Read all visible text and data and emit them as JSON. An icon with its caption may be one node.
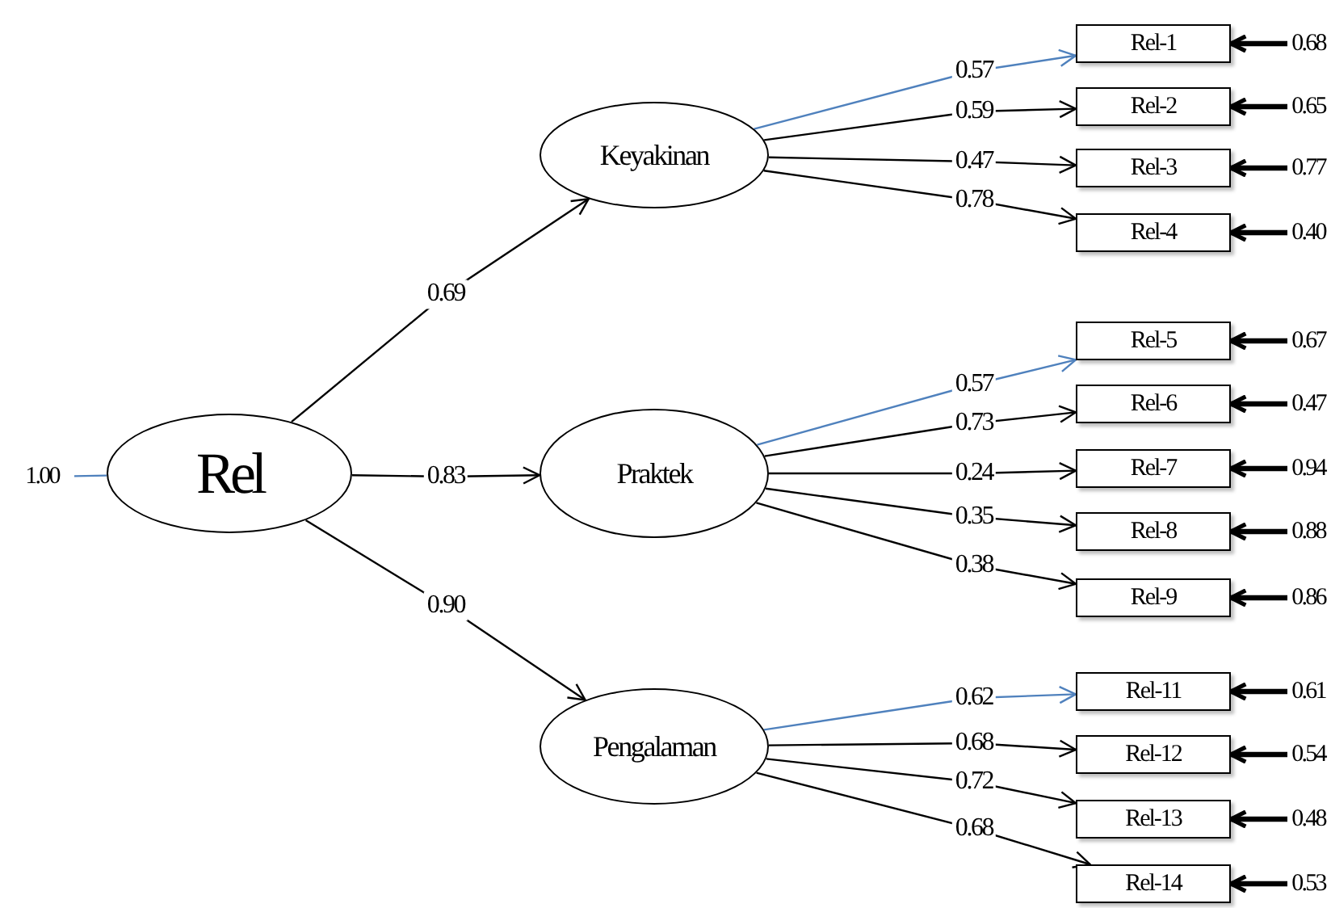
{
  "diagram": {
    "nodes": [
      {
        "text": [
          "1.00"
        ]
      },
      {
        "text": [
          "Rel"
        ]
      },
      {
        "text": [
          "Keyakinan"
        ]
      },
      {
        "text": [
          "Praktek"
        ]
      },
      {
        "text": [
          "Pengalaman"
        ]
      },
      {
        "text": [
          "Rel-1"
        ]
      },
      {
        "text": [
          "Rel-2"
        ]
      },
      {
        "text": [
          "Rel-3"
        ]
      },
      {
        "text": [
          "Rel-4"
        ]
      },
      {
        "text": [
          "Rel-5"
        ]
      },
      {
        "text": [
          "Rel-6"
        ]
      },
      {
        "text": [
          "Rel-7"
        ]
      },
      {
        "text": [
          "Rel-8"
        ]
      },
      {
        "text": [
          "Rel-9"
        ]
      },
      {
        "text": [
          "Rel-11"
        ]
      },
      {
        "text": [
          "Rel-12"
        ]
      },
      {
        "text": [
          "Rel-13"
        ]
      },
      {
        "text": [
          "Rel-14"
        ]
      },
      {
        "text": [
          "0.68"
        ]
      },
      {
        "text": [
          "0.65"
        ]
      },
      {
        "text": [
          "0.77"
        ]
      },
      {
        "text": [
          "0.40"
        ]
      },
      {
        "text": [
          "0.67"
        ]
      },
      {
        "text": [
          "0.47"
        ]
      },
      {
        "text": [
          "0.94"
        ]
      },
      {
        "text": [
          "0.88"
        ]
      },
      {
        "text": [
          "0.86"
        ]
      },
      {
        "text": [
          "0.61"
        ]
      },
      {
        "text": [
          "0.54"
        ]
      },
      {
        "text": [
          "0.48"
        ]
      },
      {
        "text": [
          "0.53"
        ]
      }
    ],
    "edges": [
      {
        "from": 0,
        "to": 1,
        "arrow": "none",
        "color": "#4f81bd"
      },
      {
        "from": 1,
        "to": 2,
        "arrow": "to",
        "label": "0.69"
      },
      {
        "from": 1,
        "to": 3,
        "arrow": "to",
        "label": "0.83"
      },
      {
        "from": 1,
        "to": 4,
        "arrow": "to",
        "label": "0.90"
      },
      {
        "from": 2,
        "to": 5,
        "arrow": "to",
        "label": "0.57",
        "color": "#4f81bd"
      },
      {
        "from": 2,
        "to": 6,
        "arrow": "to",
        "label": "0.59"
      },
      {
        "from": 2,
        "to": 7,
        "arrow": "to",
        "label": "0.47"
      },
      {
        "from": 2,
        "to": 8,
        "arrow": "to",
        "label": "0.78"
      },
      {
        "from": 3,
        "to": 9,
        "arrow": "to",
        "label": "0.57",
        "color": "#4f81bd"
      },
      {
        "from": 3,
        "to": 10,
        "arrow": "to",
        "label": "0.73"
      },
      {
        "from": 3,
        "to": 11,
        "arrow": "to",
        "label": "0.24"
      },
      {
        "from": 3,
        "to": 12,
        "arrow": "to",
        "label": "0.35"
      },
      {
        "from": 3,
        "to": 13,
        "arrow": "to",
        "label": "0.38"
      },
      {
        "from": 4,
        "to": 14,
        "arrow": "to",
        "label": "0.62",
        "color": "#4f81bd"
      },
      {
        "from": 4,
        "to": 15,
        "arrow": "to",
        "label": "0.68"
      },
      {
        "from": 4,
        "to": 16,
        "arrow": "to",
        "label": "0.72"
      },
      {
        "from": 4,
        "to": 17,
        "arrow": "to",
        "label": "0.68"
      },
      {
        "from": 18,
        "to": 5,
        "arrow": "to",
        "style": "thick"
      },
      {
        "from": 19,
        "to": 6,
        "arrow": "to",
        "style": "thick"
      },
      {
        "from": 20,
        "to": 7,
        "arrow": "to",
        "style": "thick"
      },
      {
        "from": 21,
        "to": 8,
        "arrow": "to",
        "style": "thick"
      },
      {
        "from": 22,
        "to": 9,
        "arrow": "to",
        "style": "thick"
      },
      {
        "from": 23,
        "to": 10,
        "arrow": "to",
        "style": "thick"
      },
      {
        "from": 24,
        "to": 11,
        "arrow": "to",
        "style": "thick"
      },
      {
        "from": 25,
        "to": 12,
        "arrow": "to",
        "style": "thick"
      },
      {
        "from": 26,
        "to": 13,
        "arrow": "to",
        "style": "thick"
      },
      {
        "from": 27,
        "to": 14,
        "arrow": "to",
        "style": "thick"
      },
      {
        "from": 28,
        "to": 15,
        "arrow": "to",
        "style": "thick"
      },
      {
        "from": 29,
        "to": 16,
        "arrow": "to",
        "style": "thick"
      },
      {
        "from": 30,
        "to": 17,
        "arrow": "to",
        "style": "thick"
      }
    ]
  }
}
